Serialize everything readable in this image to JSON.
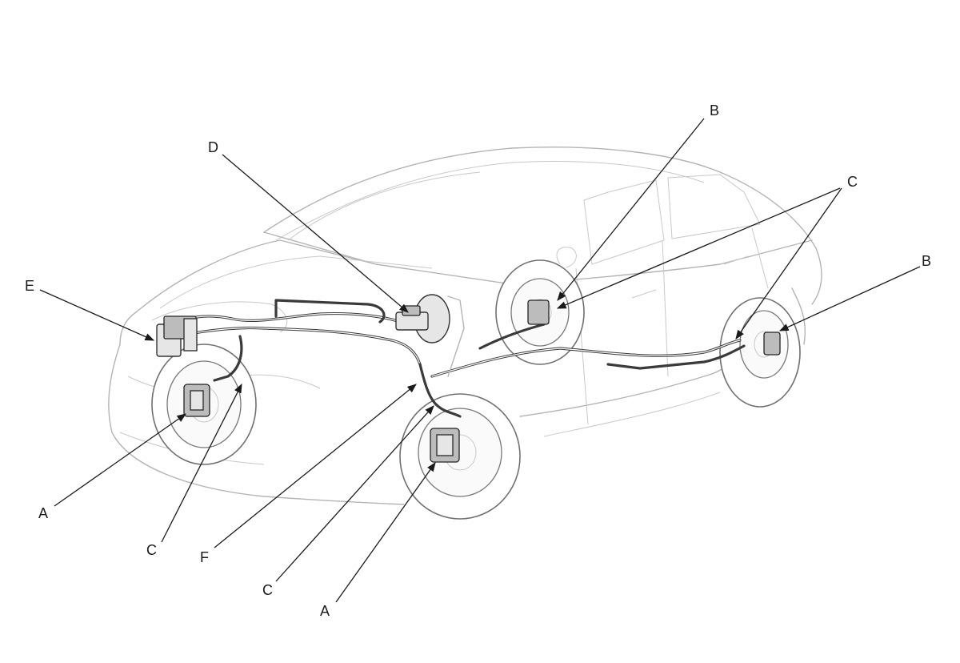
{
  "callouts": {
    "a_front_left": "A",
    "a_front_right": "A",
    "b_rear_top": "B",
    "b_rear_right": "B",
    "c_top_right": "C",
    "c_front_left": "C",
    "c_center": "C",
    "d": "D",
    "e": "E",
    "f": "F"
  }
}
